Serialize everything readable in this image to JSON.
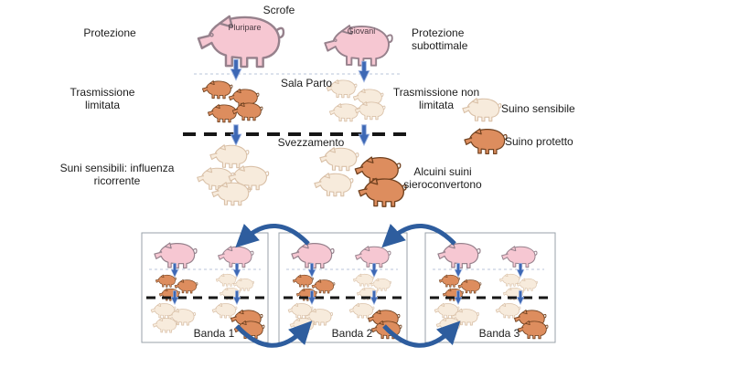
{
  "colors": {
    "pig_pink": "#f6c7d2",
    "pig_pink_outline": "#96818c",
    "pig_protected": "#dd8d5e",
    "pig_protected_outline": "#70411f",
    "pig_susceptible": "#f7ebdc",
    "pig_susceptible_outline": "#d9c0a7",
    "arrow_blue": "#3d68b5",
    "curved_arrow_blue": "#2e5d9e",
    "dashed_line_black": "#161616",
    "dashed_line_light": "#b9c4da",
    "box_border": "#98a2aa"
  },
  "top": {
    "scrofe": "Scrofe",
    "protezione": "Protezione",
    "pluripare": "Pluripare",
    "giovani": "Giovani",
    "protezione_subottimale": "Protezione subottimale",
    "sala_parto": "Sala Parto",
    "trasmissione_limitata": "Trasmissione limitata",
    "trasmissione_non_limitata": "Trasmissione non limitata",
    "svezzamento": "Svezzamento",
    "suini_sensibili": "Suni sensibili: influenza ricorrente",
    "sieroconversione": "Alcuini suini sieroconvertono"
  },
  "legend": {
    "sensibile": "Suino sensibile",
    "protetto": "Suino protetto"
  },
  "bands": [
    {
      "label": "Banda 1"
    },
    {
      "label": "Banda 2"
    },
    {
      "label": "Banda 3"
    }
  ],
  "icons": {
    "pig": "pig-figure",
    "down_arrow": "down-arrow",
    "transfer_arrow": "curved-transfer-arrow"
  }
}
